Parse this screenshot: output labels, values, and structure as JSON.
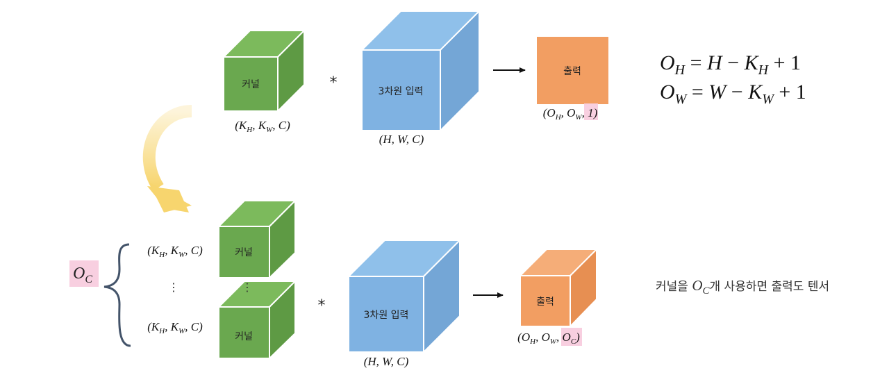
{
  "colors": {
    "kernel_front": "#6aa84f",
    "kernel_top": "#7cba5c",
    "kernel_side": "#5e9a44",
    "input_front": "#7fb2e2",
    "input_top": "#8fc0ea",
    "input_side": "#74a6d6",
    "output_front": "#f29e62",
    "output_top": "#f5ad78",
    "output_side": "#e78f52",
    "highlight": "#f8cfe0",
    "curved_arrow": "#f7d56e",
    "brace": "#44546a"
  },
  "top_row": {
    "kernel_label": "커널",
    "kernel_dims": "(K_H, K_W, C)",
    "operator": "*",
    "input_label": "3차원 입력",
    "input_dims": "(H, W, C)",
    "output_label": "출력",
    "output_dims": "(O_H, O_W, 1)"
  },
  "bottom_row": {
    "oc_label": "O_C",
    "kernel_label_1": "커널",
    "kernel_label_2": "커널",
    "kernel_dims_1": "(K_H, K_W, C)",
    "kernel_dims_2": "(K_H, K_W, C)",
    "list_dots": "⋮",
    "stack_dots": "⋮",
    "operator": "*",
    "input_label": "3차원 입력",
    "input_dims": "(H, W, C)",
    "output_label": "출력",
    "output_dims": "(O_H, O_W, O_C)"
  },
  "equations": {
    "eq1": "O_H = H − K_H + 1",
    "eq2": "O_W = W − K_W + 1"
  },
  "note": {
    "before": "커널을 ",
    "symbol": "O_C",
    "after": "개 사용하면 출력도 텐서"
  },
  "icons": {
    "curved_arrow": "curved-arrow-icon",
    "right_arrow": "right-arrow-icon",
    "brace": "left-brace-icon"
  }
}
